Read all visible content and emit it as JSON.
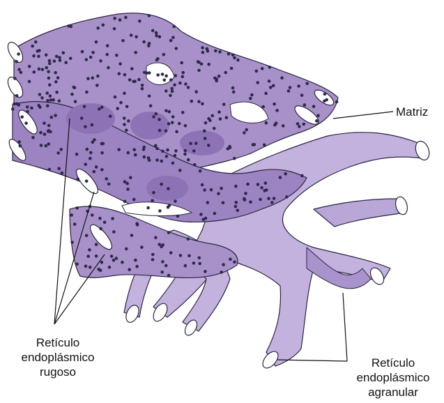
{
  "labels": {
    "matrix": "Matriz",
    "rough_er": [
      "Retículo",
      "endoplásmico",
      "rugoso"
    ],
    "smooth_er": [
      "Retículo",
      "endoplásmico",
      "agranular"
    ]
  },
  "colors": {
    "rough_sheet": "#a891c9",
    "rough_shadow": "#8d73b6",
    "smooth_tube": "#c3b2de",
    "smooth_shade": "#a993cc",
    "ribosome": "#2d2a4a",
    "outline": "#2b2440",
    "leader_line": "#111111"
  }
}
